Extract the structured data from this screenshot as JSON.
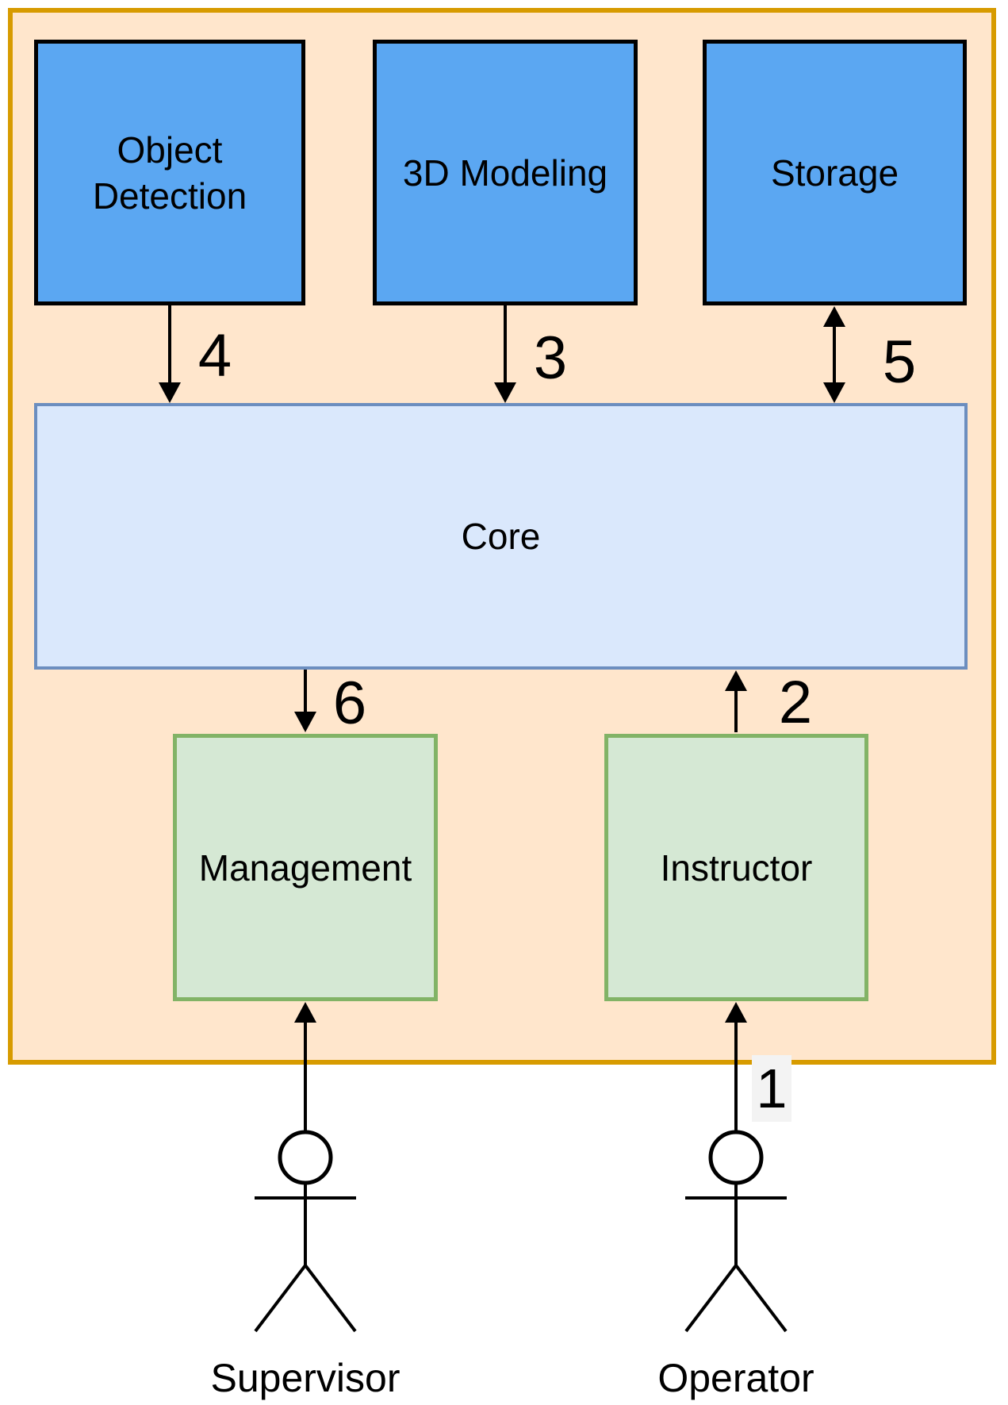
{
  "nodes": {
    "object_detection": {
      "label": "Object Detection"
    },
    "modeling_3d": {
      "label": "3D Modeling"
    },
    "storage": {
      "label": "Storage"
    },
    "core": {
      "label": "Core"
    },
    "management": {
      "label": "Management"
    },
    "instructor": {
      "label": "Instructor"
    }
  },
  "actors": {
    "supervisor": {
      "label": "Supervisor"
    },
    "operator": {
      "label": "Operator"
    }
  },
  "edge_labels": {
    "operator_to_instructor": "1",
    "instructor_to_core": "2",
    "modeling_to_core": "3",
    "detection_to_core": "4",
    "storage_core_bidirectional": "5",
    "core_to_management": "6"
  },
  "colors": {
    "container_fill": "#FFE6CC",
    "container_stroke": "#D79B00",
    "module_fill": "#5BA7F2",
    "module_stroke": "#000000",
    "core_fill": "#DAE8FC",
    "core_stroke": "#6C8EBF",
    "submodule_fill": "#D5E8D4",
    "submodule_stroke": "#82B366",
    "edge_color": "#000000",
    "edge_label_1_bg": "#F3F3F3",
    "text": "#000000"
  }
}
